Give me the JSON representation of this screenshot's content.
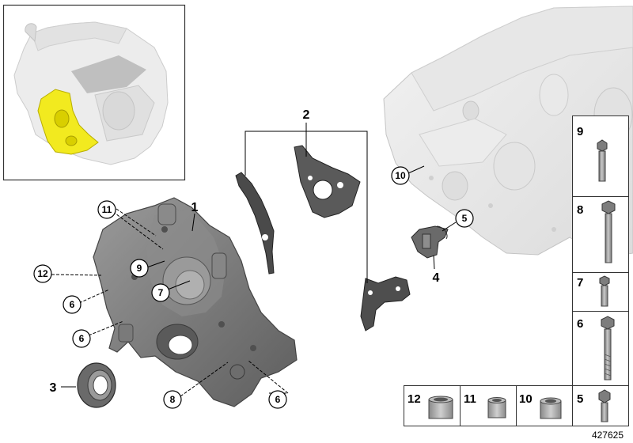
{
  "diagram": {
    "callouts": {
      "c1": "1",
      "c2": "2",
      "c3": "3",
      "c4": "4",
      "c5": "5",
      "c6a": "6",
      "c6b": "6",
      "c6c": "6",
      "c7": "7",
      "c8": "8",
      "c9": "9",
      "c10": "10",
      "c11": "11",
      "c12": "12"
    },
    "parts_table": {
      "vertical": [
        {
          "number": "9",
          "item": "bolt"
        },
        {
          "number": "8",
          "item": "bolt"
        },
        {
          "number": "7",
          "item": "bolt"
        },
        {
          "number": "6",
          "item": "bolt"
        }
      ],
      "bottom_row": [
        {
          "number": "12",
          "item": "dowel-sleeve"
        },
        {
          "number": "11",
          "item": "dowel-sleeve"
        },
        {
          "number": "10",
          "item": "dowel-sleeve"
        },
        {
          "number": "5",
          "item": "bolt"
        }
      ]
    },
    "diagram_id": "427625"
  }
}
